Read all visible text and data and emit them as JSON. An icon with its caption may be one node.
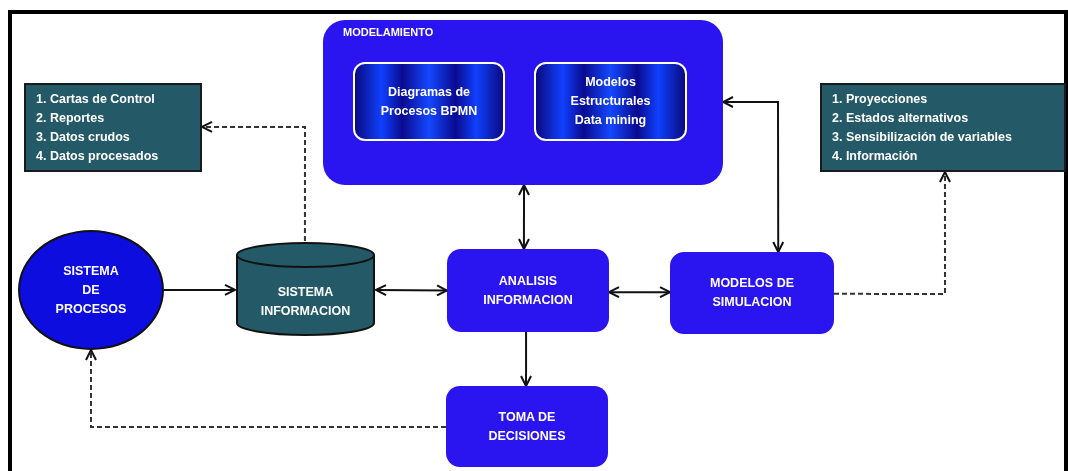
{
  "diagram": {
    "nodes": [
      {
        "text": [
          "MODELAMIENTO"
        ]
      },
      {
        "text": [
          "Diagramas de Procesos BPMN"
        ],
        "in": 0
      },
      {
        "text": [
          "Modelos Estructurales Data mining"
        ],
        "in": 0
      },
      {
        "text": [
          "1. Cartas de Control",
          "2. Reportes",
          "3. Datos crudos",
          "4. Datos procesados"
        ]
      },
      {
        "text": [
          "1. Proyecciones",
          "2. Estados alternativos",
          "3. Sensibilización de variables",
          "4. Información"
        ]
      },
      {
        "text": [
          "SISTEMA DE PROCESOS"
        ]
      },
      {
        "text": [
          "SISTEMA INFORMACION"
        ]
      },
      {
        "text": [
          "ANALISIS INFORMACION"
        ]
      },
      {
        "text": [
          "MODELOS DE SIMULACION"
        ]
      },
      {
        "text": [
          "TOMA DE DECISIONES"
        ]
      }
    ],
    "edges": [
      {
        "from": 5,
        "to": 6,
        "arrow": "to"
      },
      {
        "from": 6,
        "to": 7,
        "arrow": "both"
      },
      {
        "from": 7,
        "to": 8,
        "arrow": "both"
      },
      {
        "from": 0,
        "to": 7,
        "arrow": "both"
      },
      {
        "from": 8,
        "to": 0,
        "arrow": "both"
      },
      {
        "from": 6,
        "to": 3,
        "arrow": "to",
        "style": "dashed"
      },
      {
        "from": 8,
        "to": 4,
        "arrow": "to",
        "style": "dashed"
      },
      {
        "from": 7,
        "to": 9,
        "arrow": "to"
      },
      {
        "from": 9,
        "to": 5,
        "arrow": "to",
        "style": "dashed"
      }
    ]
  }
}
